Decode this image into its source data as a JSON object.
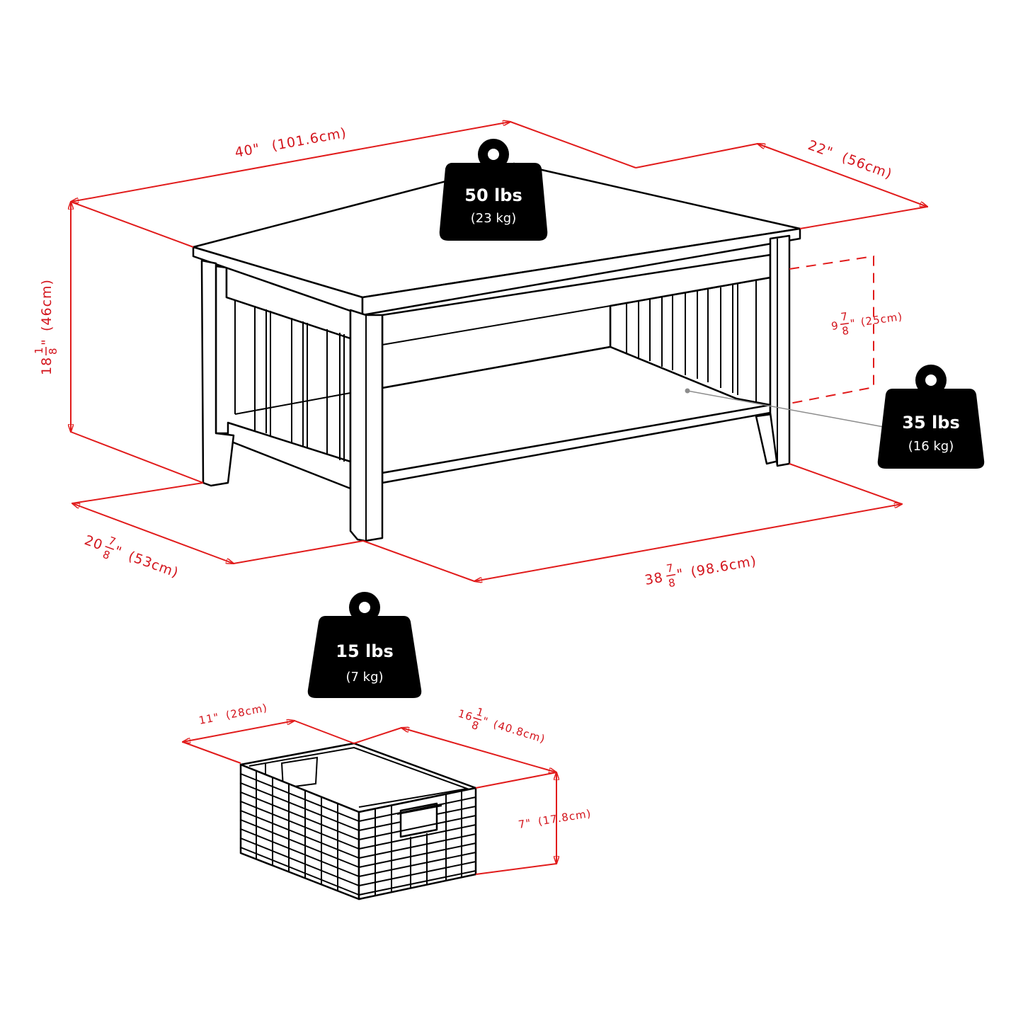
{
  "diagram": {
    "subject": "Coffee table with lower shelf and woven storage basket, dimensioned isometric line drawing",
    "colors": {
      "dimension": "#e11b1b",
      "dimension_text": "#d3141c",
      "outline": "#000000",
      "weight_badge": "#000000",
      "weight_text": "#ffffff",
      "leader": "#8c8c8c"
    },
    "table": {
      "dimensions": {
        "length_top": {
          "whole": "40\"",
          "metric": "(101.6cm)"
        },
        "depth_top": {
          "whole": "22\"",
          "metric": "(56cm)"
        },
        "height": {
          "whole": "18",
          "num": "1",
          "den": "8",
          "unit": "\"",
          "metric": "(46cm)"
        },
        "shelf_clearance": {
          "whole": "9",
          "num": "7",
          "den": "8",
          "unit": "\"",
          "metric": "(25cm)"
        },
        "depth_legs": {
          "whole": "20",
          "num": "7",
          "den": "8",
          "unit": "\"",
          "metric": "(53cm)"
        },
        "length_legs": {
          "whole": "38",
          "num": "7",
          "den": "8",
          "unit": "\"",
          "metric": "(98.6cm)"
        }
      },
      "weights": {
        "top": {
          "lbs": "50 lbs",
          "kg": "(23 kg)"
        },
        "shelf": {
          "lbs": "35 lbs",
          "kg": "(16 kg)"
        }
      }
    },
    "basket": {
      "dimensions": {
        "width": {
          "whole": "11\"",
          "metric": "(28cm)"
        },
        "length": {
          "whole": "16",
          "num": "1",
          "den": "8",
          "unit": "\"",
          "metric": "(40.8cm)"
        },
        "height": {
          "whole": "7\"",
          "metric": "(17.8cm)"
        }
      },
      "weight": {
        "lbs": "15 lbs",
        "kg": "(7 kg)"
      }
    }
  }
}
